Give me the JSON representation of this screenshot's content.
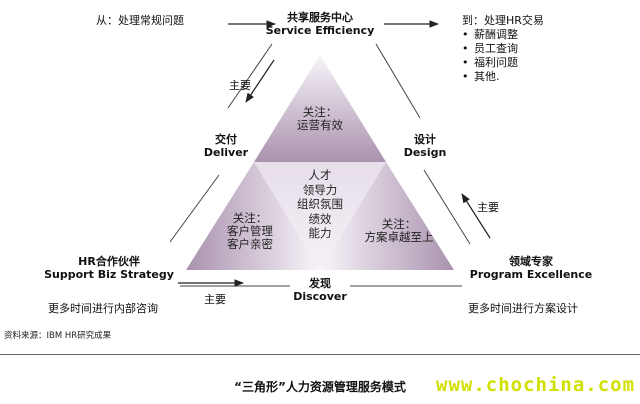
{
  "top": {
    "cn": "共享服务中心",
    "en": "Service Efficiency"
  },
  "from_label": "从：处理常规问题",
  "to_label": "到：处理HR交易",
  "to_items": [
    "薪酬调整",
    "员工查询",
    "福利问题",
    "其他."
  ],
  "zhuyao": "主要",
  "deliver": {
    "cn": "交付",
    "en": "Deliver"
  },
  "design": {
    "cn": "设计",
    "en": "Design"
  },
  "discover": {
    "cn": "发现",
    "en": "Discover"
  },
  "left_node": {
    "cn": "HR合作伙伴",
    "en": "Support Biz Strategy",
    "desc": "更多时间进行内部咨询"
  },
  "right_node": {
    "cn": "领域专家",
    "en": "Program Excellence",
    "desc": "更多时间进行方案设计"
  },
  "tri_top": {
    "line1": "关注：",
    "line2": "运营有效"
  },
  "tri_left": {
    "line1": "关注：",
    "line2": "客户管理",
    "line3": "客户亲密"
  },
  "tri_right": {
    "line1": "关注：",
    "line2": "方案卓越至上"
  },
  "center_items": [
    "人才",
    "领导力",
    "组织氛围",
    "绩效",
    "能力"
  ],
  "source": "资料来源：IBM HR研究成果",
  "caption": "“三角形”人力资源管理服务模式",
  "watermark": "www.chochina.com",
  "colors": {
    "tri_dark": "#a992ae",
    "tri_light": "#f4eef5",
    "center": "#ece5ee"
  }
}
